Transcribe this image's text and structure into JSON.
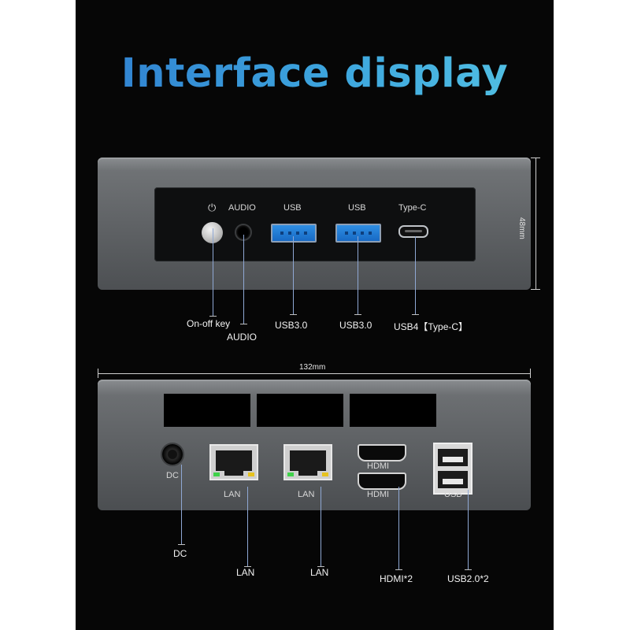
{
  "title": "Interface display",
  "dimensions": {
    "height": "48mm",
    "width": "132mm"
  },
  "front": {
    "face_labels": {
      "power_symbol": "⏻",
      "audio": "AUDIO",
      "usb_a": "USB",
      "usb_b": "USB",
      "typec": "Type-C"
    },
    "callouts": {
      "power": "On-off key",
      "audio": "AUDIO",
      "usb_a": "USB3.0",
      "usb_b": "USB3.0",
      "typec": "USB4【Type-C】"
    }
  },
  "back": {
    "port_labels": {
      "dc": "DC",
      "lan1": "LAN",
      "lan2": "LAN",
      "hdmi_top": "HDMI",
      "hdmi_bottom": "HDMI",
      "usb": "USB"
    },
    "callouts": {
      "dc": "DC",
      "lan1": "LAN",
      "lan2": "LAN",
      "hdmi": "HDMI*2",
      "usb": "USB2.0*2"
    }
  },
  "colors": {
    "title_gradient_start": "#2f7ecf",
    "title_gradient_end": "#55c4e4",
    "background": "#060606",
    "callout_line": "#8fa8d4"
  },
  "icons": [
    "power-icon"
  ]
}
